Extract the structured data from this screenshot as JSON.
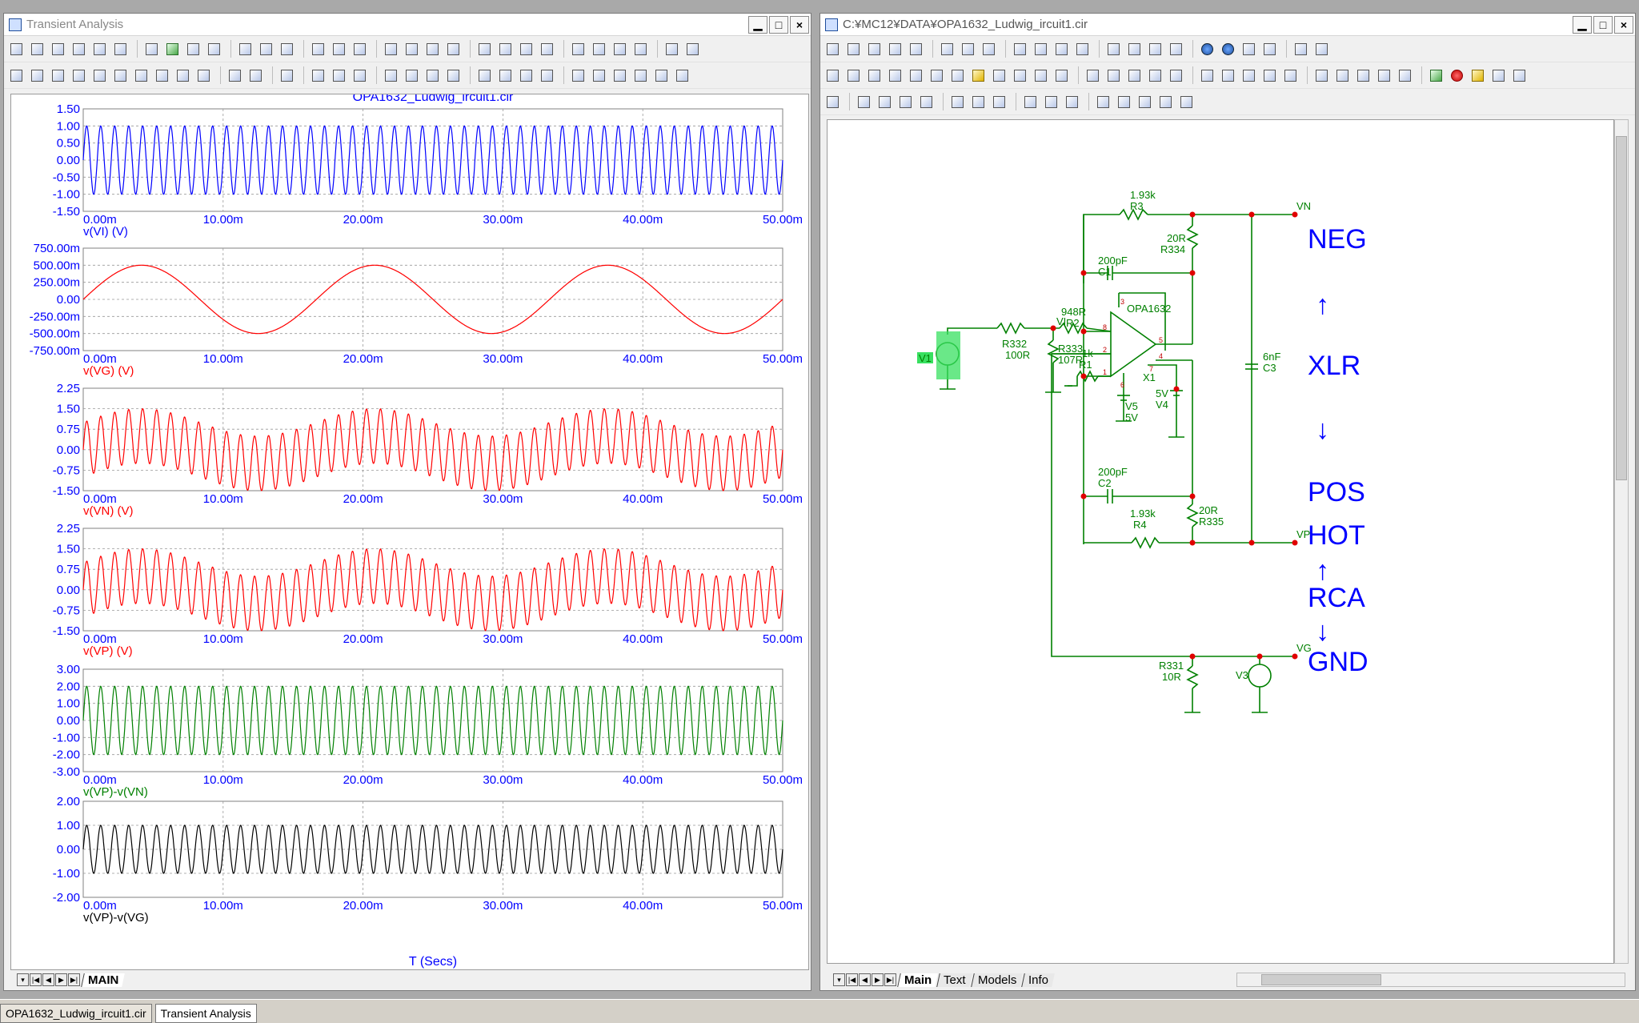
{
  "left_window": {
    "title": "Transient Analysis",
    "controls": [
      "▁",
      "□",
      "×"
    ],
    "graph_title": "OPA1632_Ludwig_ircuit1.cir",
    "x_ticks": [
      "0.00m",
      "10.00m",
      "20.00m",
      "30.00m",
      "40.00m",
      "50.00m"
    ],
    "x_axis_label": "T (Secs)",
    "tabs": [
      "MAIN"
    ]
  },
  "right_window": {
    "title": "C:¥MC12¥DATA¥OPA1632_Ludwig_ircuit1.cir",
    "controls": [
      "▁",
      "□",
      "×"
    ],
    "tabs": [
      "Main",
      "Text",
      "Models",
      "Info"
    ],
    "labels": {
      "neg": "NEG",
      "xlr": "XLR",
      "pos": "POS",
      "hot": "HOT",
      "rca": "RCA",
      "gnd": "GND",
      "arrow_up": "↑",
      "arrow_down": "↓"
    },
    "components": {
      "r3_val": "1.93k",
      "r3": "R3",
      "c1_val": "200pF",
      "c1": "C1",
      "r334_val": "20R",
      "r334": "R334",
      "r2_val": "948R",
      "r2": "R2",
      "r332": "R332",
      "r332_val": "100R",
      "r333": "R333",
      "r333_val": "107R",
      "r1_val": "1k",
      "r1": "R1",
      "opamp": "OPA1632",
      "x1": "X1",
      "v1": "V1",
      "v5": "V5",
      "v5_val": "5V",
      "v4_val": "5V",
      "v4": "V4",
      "c3_val": "6nF",
      "c3": "C3",
      "c2_val": "200pF",
      "c2": "C2",
      "r4_val": "1.93k",
      "r4": "R4",
      "r335_val": "20R",
      "r335": "R335",
      "r331": "R331",
      "r331_val": "10R",
      "v3": "V3",
      "node_vn": "VN",
      "node_vp": "VP",
      "node_vg": "VG",
      "node_vi": "VI",
      "pin_8": "8",
      "pin_3": "3",
      "pin_2": "2",
      "pin_1": "1",
      "pin_5": "5",
      "pin_4": "4",
      "pin_7": "7",
      "pin_6": "6"
    }
  },
  "taskbar": {
    "items": [
      "OPA1632_Ludwig_ircuit1.cir",
      "Transient Analysis"
    ]
  },
  "chart_data": [
    {
      "type": "line",
      "series": [
        {
          "name": "v(VI) (V)",
          "color": "#0000ff",
          "amplitude": 1.0,
          "frequency_hz": 1000,
          "cycles": 50
        }
      ],
      "yticks": [
        "1.50",
        "1.00",
        "0.50",
        "0.00",
        "-0.50",
        "-1.00",
        "-1.50"
      ],
      "ylim": [
        -1.5,
        1.5
      ],
      "xlim": [
        0,
        0.05
      ]
    },
    {
      "type": "line",
      "series": [
        {
          "name": "v(VG) (V)",
          "color": "#ff0000",
          "amplitude": 0.5,
          "frequency_hz": 60
        }
      ],
      "yticks": [
        "750.00m",
        "500.00m",
        "250.00m",
        "0.00",
        "-250.00m",
        "-500.00m",
        "-750.00m"
      ],
      "ylim": [
        -0.75,
        0.75
      ],
      "xlim": [
        0,
        0.05
      ]
    },
    {
      "type": "line",
      "series": [
        {
          "name": "v(VN) (V)",
          "color": "#ff0000",
          "amplitude": 1.0,
          "frequency_hz": 1000,
          "offset_amplitude": 0.5,
          "offset_frequency_hz": 60
        }
      ],
      "yticks": [
        "2.25",
        "1.50",
        "0.75",
        "0.00",
        "-0.75",
        "-1.50"
      ],
      "ylim": [
        -1.5,
        2.25
      ],
      "xlim": [
        0,
        0.05
      ]
    },
    {
      "type": "line",
      "series": [
        {
          "name": "v(VP) (V)",
          "color": "#ff0000",
          "amplitude": 1.0,
          "frequency_hz": 1000,
          "offset_amplitude": 0.5,
          "offset_frequency_hz": 60
        }
      ],
      "yticks": [
        "2.25",
        "1.50",
        "0.75",
        "0.00",
        "-0.75",
        "-1.50"
      ],
      "ylim": [
        -1.5,
        2.25
      ],
      "xlim": [
        0,
        0.05
      ]
    },
    {
      "type": "line",
      "series": [
        {
          "name": "v(VP)-v(VN)",
          "color": "#008000",
          "amplitude": 2.0,
          "frequency_hz": 1000
        }
      ],
      "yticks": [
        "3.00",
        "2.00",
        "1.00",
        "0.00",
        "-1.00",
        "-2.00",
        "-3.00"
      ],
      "ylim": [
        -3,
        3
      ],
      "xlim": [
        0,
        0.05
      ]
    },
    {
      "type": "line",
      "series": [
        {
          "name": "v(VP)-v(VG)",
          "color": "#000000",
          "amplitude": 1.0,
          "frequency_hz": 1000
        }
      ],
      "yticks": [
        "2.00",
        "1.00",
        "0.00",
        "-1.00",
        "-2.00"
      ],
      "ylim": [
        -2,
        2
      ],
      "xlim": [
        0,
        0.05
      ]
    }
  ]
}
